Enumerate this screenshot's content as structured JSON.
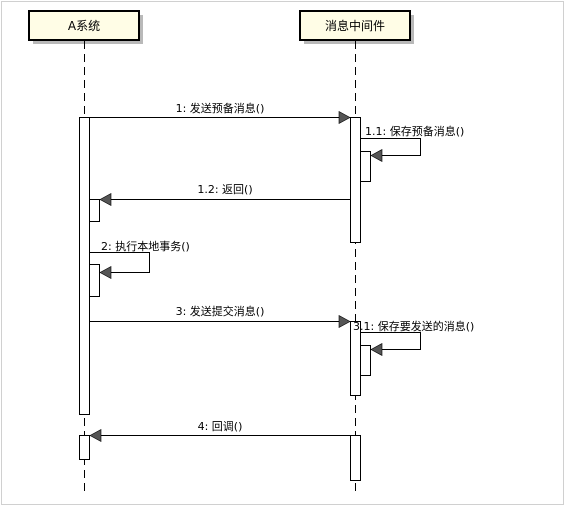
{
  "participants": [
    {
      "id": "a",
      "label": "A系统"
    },
    {
      "id": "mq",
      "label": "消息中间件"
    }
  ],
  "messages": [
    {
      "id": "m1",
      "label": "1: 发送预备消息()"
    },
    {
      "id": "m11",
      "label": "1.1: 保存预备消息()"
    },
    {
      "id": "m12",
      "label": "1.2: 返回()"
    },
    {
      "id": "m2",
      "label": "2: 执行本地事务()"
    },
    {
      "id": "m3",
      "label": "3: 发送提交消息()"
    },
    {
      "id": "m31",
      "label": "3.1: 保存要发送的消息()"
    },
    {
      "id": "m4",
      "label": "4: 回调()"
    }
  ],
  "colors": {
    "header_fill": "#fffde6",
    "header_shadow": "#b9b9b9",
    "line": "#000000",
    "arrowhead": "#555555",
    "activation_fill": "#ffffff",
    "frame": "#d0d0d0"
  }
}
